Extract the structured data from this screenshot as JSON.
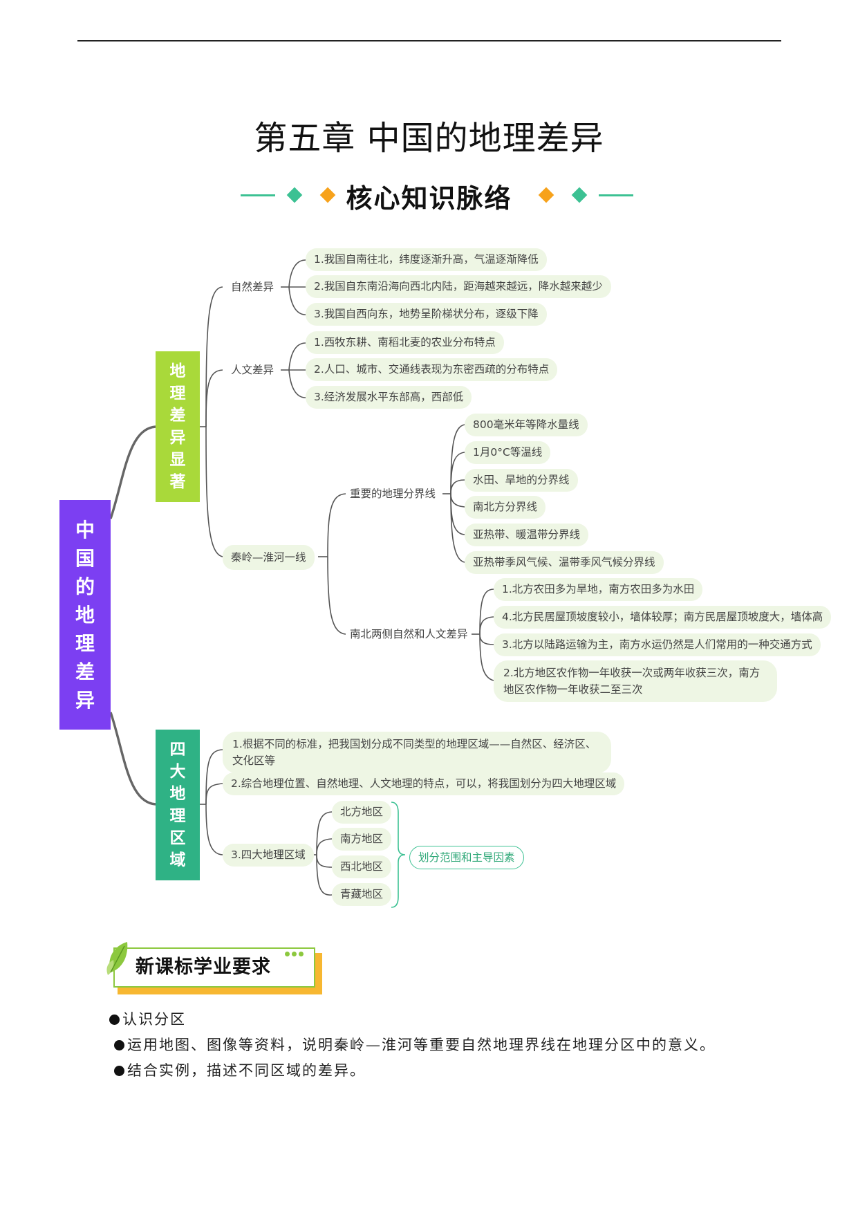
{
  "page": {
    "title": "第五章 中国的地理差异",
    "section_header": "核心知识脉络"
  },
  "mindmap": {
    "root": "中国的地理差异",
    "branch_diff": {
      "label": "地理差异显著",
      "natural": {
        "label": "自然差异",
        "items": [
          "1.我国自南往北，纬度逐渐升高，气温逐渐降低",
          "2.我国自东南沿海向西北内陆，距海越来越远，降水越来越少",
          "3.我国自西向东，地势呈阶梯状分布，逐级下降"
        ]
      },
      "human": {
        "label": "人文差异",
        "items": [
          "1.西牧东耕、南稻北麦的农业分布特点",
          "2.人口、城市、交通线表现为东密西疏的分布特点",
          "3.经济发展水平东部高，西部低"
        ]
      },
      "qinling": {
        "label": "秦岭—淮河一线",
        "boundaries": {
          "label": "重要的地理分界线",
          "items": [
            "800毫米年等降水量线",
            "1月0°C等温线",
            "水田、旱地的分界线",
            "南北方分界线",
            "亚热带、暖温带分界线",
            "亚热带季风气候、温带季风气候分界线"
          ]
        },
        "sides": {
          "label": "南北两侧自然和人文差异",
          "items": [
            "1.北方农田多为旱地，南方农田多为水田",
            "4.北方民居屋顶坡度较小，墙体较厚；南方民居屋顶坡度大，墙体高",
            "3.北方以陆路运输为主，南方水运仍然是人们常用的一种交通方式",
            "2.北方地区农作物一年收获一次或两年收获三次，南方地区农作物一年收获二至三次"
          ]
        }
      }
    },
    "branch_regions": {
      "label": "四大地理区域",
      "items": [
        "1.根据不同的标准，把我国划分成不同类型的地理区域——自然区、经济区、文化区等",
        "2.综合地理位置、自然地理、人文地理的特点，可以，将我国划分为四大地理区域"
      ],
      "four": {
        "label": "3.四大地理区域",
        "regions": [
          "北方地区",
          "南方地区",
          "西北地区",
          "青藏地区"
        ],
        "factor": "划分范围和主导因素"
      }
    }
  },
  "requirements": {
    "banner": "新课标学业要求",
    "items": [
      "认识分区",
      "运用地图、图像等资料，说明秦岭—淮河等重要自然地理界线在地理分区中的意义。",
      "结合实例，描述不同区域的差异。"
    ]
  },
  "colors": {
    "root": "#7c3ff2",
    "branch_diff": "#a9d93a",
    "branch_regions": "#2fb285",
    "node_bg": "#eef6e4",
    "accent_green": "#3cc193",
    "accent_orange": "#f7a21b"
  }
}
